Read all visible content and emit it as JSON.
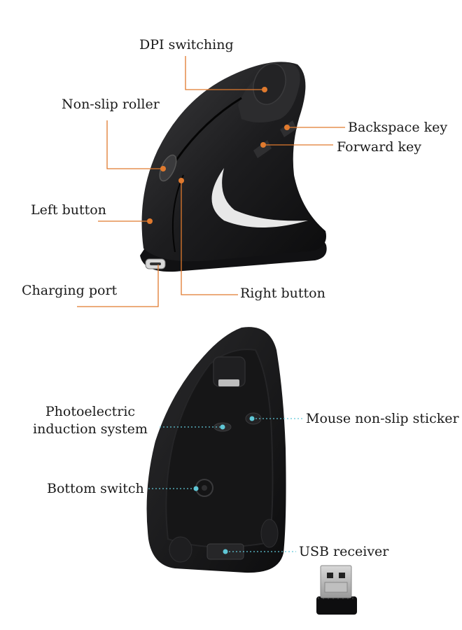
{
  "colors": {
    "top_leader": "#e07a2e",
    "bottom_leader": "#5fc7d6",
    "mouse_body": "#1c1c1e",
    "mouse_highlight": "#3a3a3c"
  },
  "top_view": {
    "labels": {
      "dpi": "DPI switching",
      "roller": "Non-slip roller",
      "backspace": "Backspace key",
      "forward": "Forward key",
      "left_button": "Left button",
      "charging": "Charging port",
      "right_button": "Right button"
    }
  },
  "bottom_view": {
    "labels": {
      "photo_line1": "Photoelectric",
      "photo_line2": "induction system",
      "sticker": "Mouse non-slip sticker",
      "switch": "Bottom switch",
      "usb": "USB receiver"
    }
  }
}
